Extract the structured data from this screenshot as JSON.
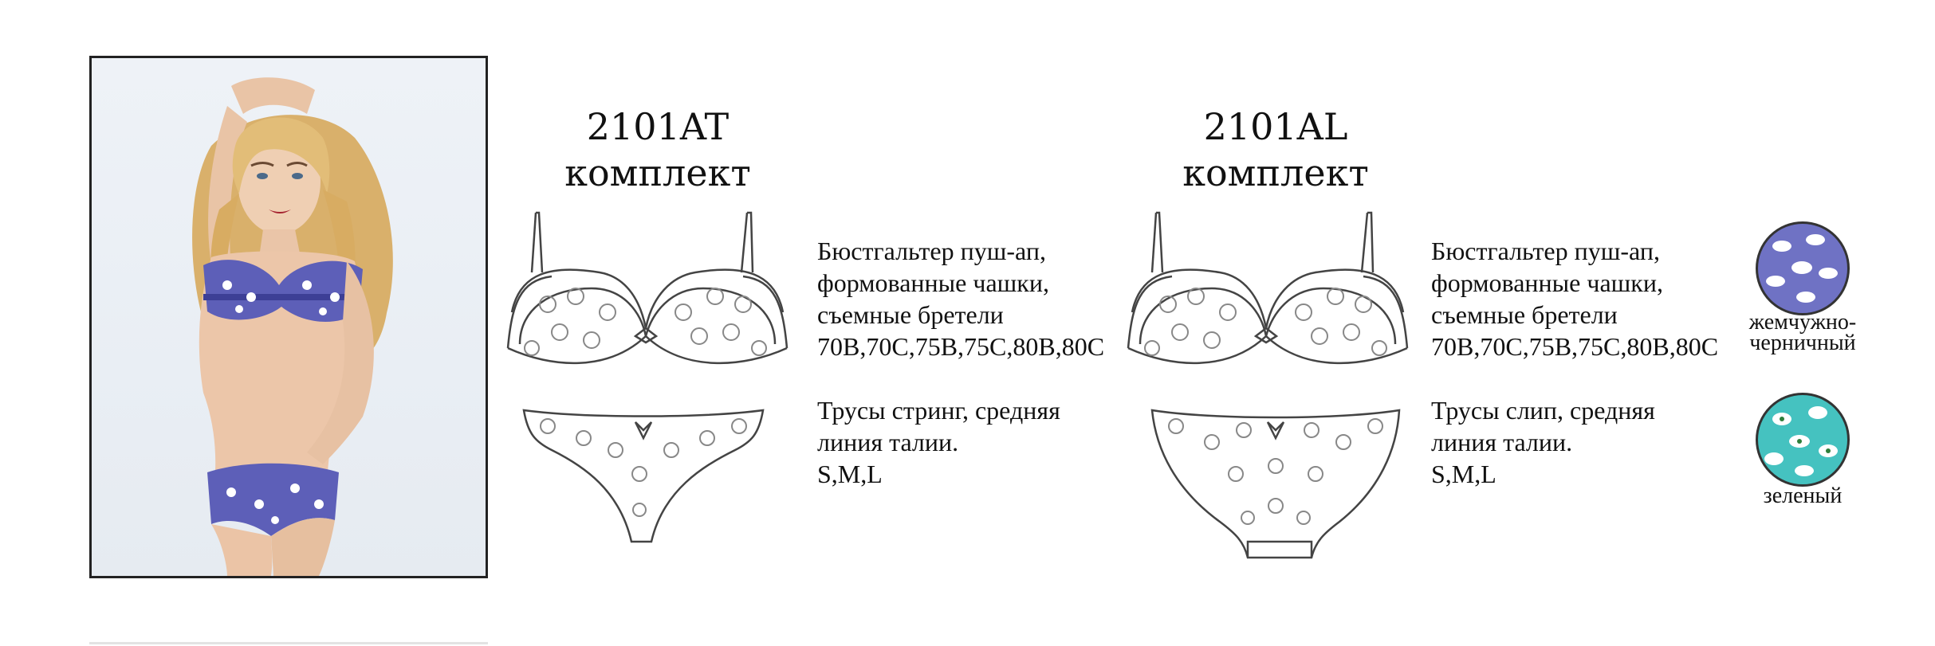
{
  "products": [
    {
      "code": "2101AT",
      "type": "комплект",
      "bra": {
        "lines": [
          "Бюстгальтер пуш-ап,",
          "формованные чашки,",
          "съемные бретели"
        ],
        "sizes": "70B,70C,75B,75C,80B,80C"
      },
      "panty": {
        "lines": [
          "Трусы стринг, средняя",
          "линия талии."
        ],
        "sizes": "S,M,L"
      }
    },
    {
      "code": "2101AL",
      "type": "комплект",
      "bra": {
        "lines": [
          "Бюстгальтер пуш-ап,",
          "формованные чашки,",
          "съемные бретели"
        ],
        "sizes": "70B,70C,75B,75C,80B,80C"
      },
      "panty": {
        "lines": [
          "Трусы слип, средняя",
          "линия талии."
        ],
        "sizes": "S,M,L"
      }
    }
  ],
  "colors": [
    {
      "label_lines": [
        "жемчужно-",
        "черничный"
      ],
      "hex": "#6f72c4",
      "pattern": "white-daisy"
    },
    {
      "label_lines": [
        "зеленый"
      ],
      "hex": "#45c2c0",
      "pattern": "white-daisy"
    }
  ],
  "icons": [
    "model-photo",
    "bra-sketch-icon",
    "string-panty-sketch-icon",
    "slip-panty-sketch-icon"
  ]
}
